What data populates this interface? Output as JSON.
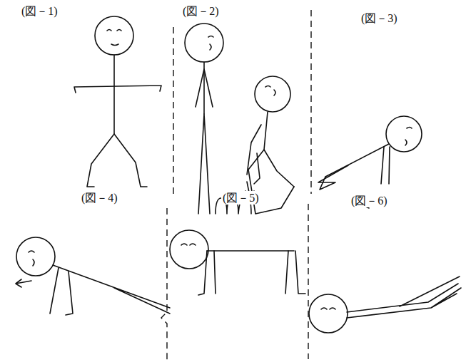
{
  "diagram": {
    "labels": [
      "(図－1)",
      "(図－2)",
      "(図－3)",
      "(図－4)",
      "(図－5)",
      "(図－6)"
    ]
  }
}
